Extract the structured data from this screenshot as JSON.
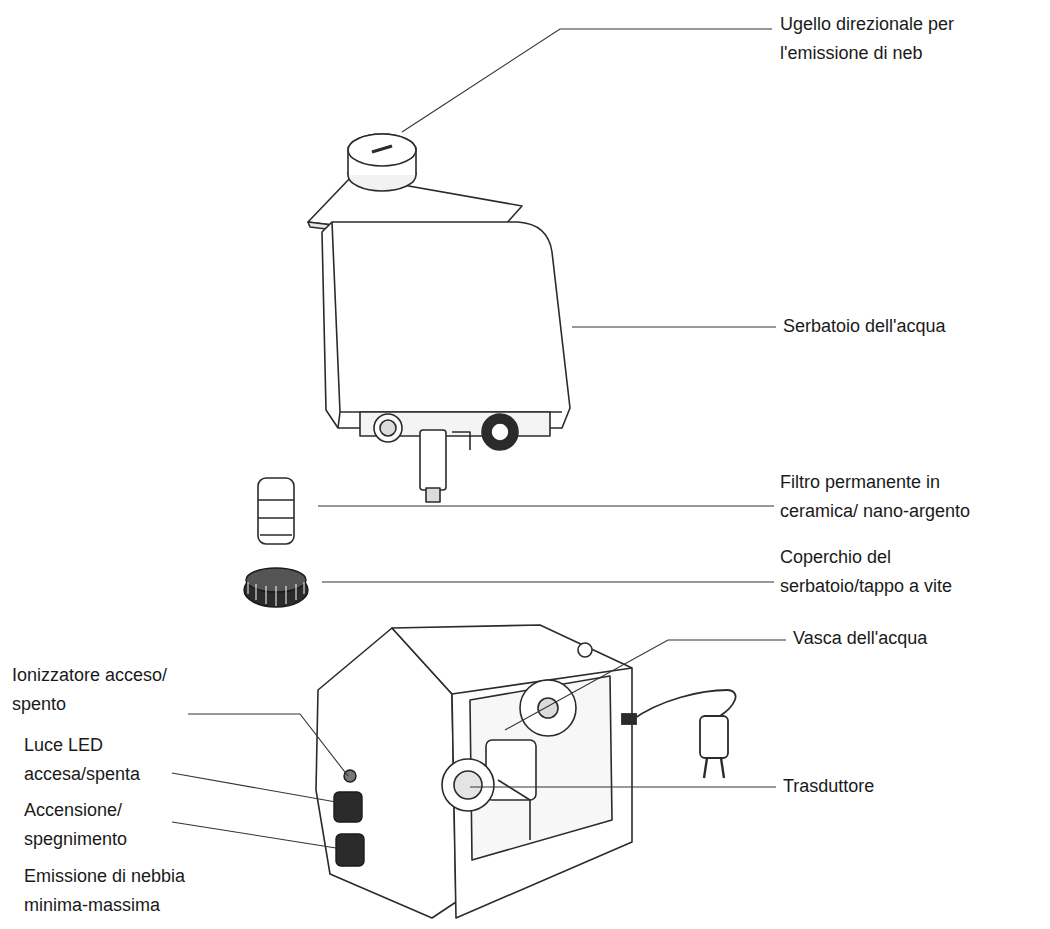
{
  "diagram": {
    "labels": [
      "Ugello direzionale per l'emissione di neb",
      "Serbatoio dell'acqua",
      "Filtro permanente in ceramica/ nano-argento",
      "Coperchio del serbatoio/tappo a vite",
      "Vasca dell'acqua",
      "Trasduttore",
      "Ionizzatore acceso/ spento",
      "Luce LED accesa/spenta",
      "Accensione/ spegnimento",
      "Emissione di nebbia minima-massima"
    ]
  }
}
